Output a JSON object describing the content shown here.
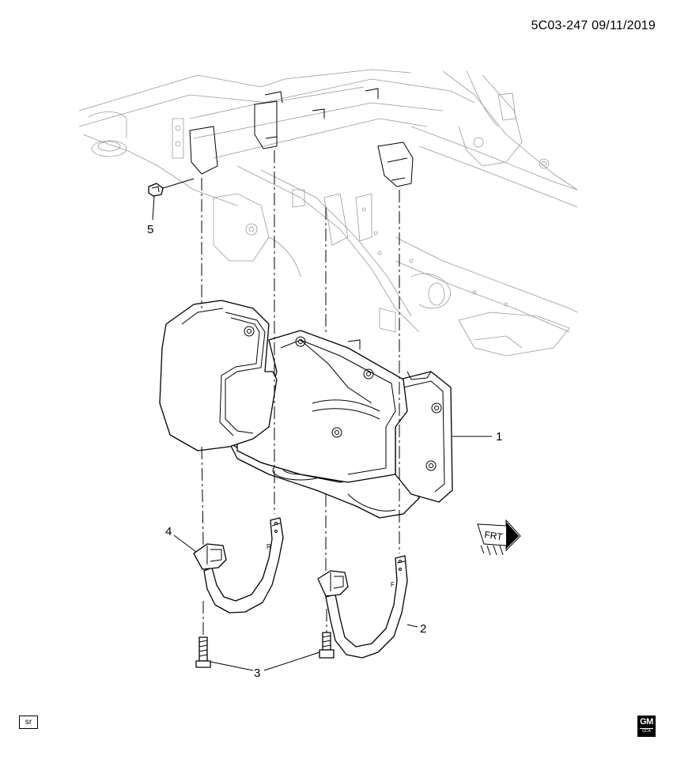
{
  "header": {
    "doc_id": "5C03-247 09/11/2019"
  },
  "callouts": [
    "1",
    "2",
    "3",
    "4",
    "5"
  ],
  "strap_marks": {
    "rear": "R",
    "front": "F"
  },
  "front_arrow": "FRT",
  "footer": {
    "tag": "sr",
    "logo_main": "GM",
    "logo_sub": "GCA"
  }
}
